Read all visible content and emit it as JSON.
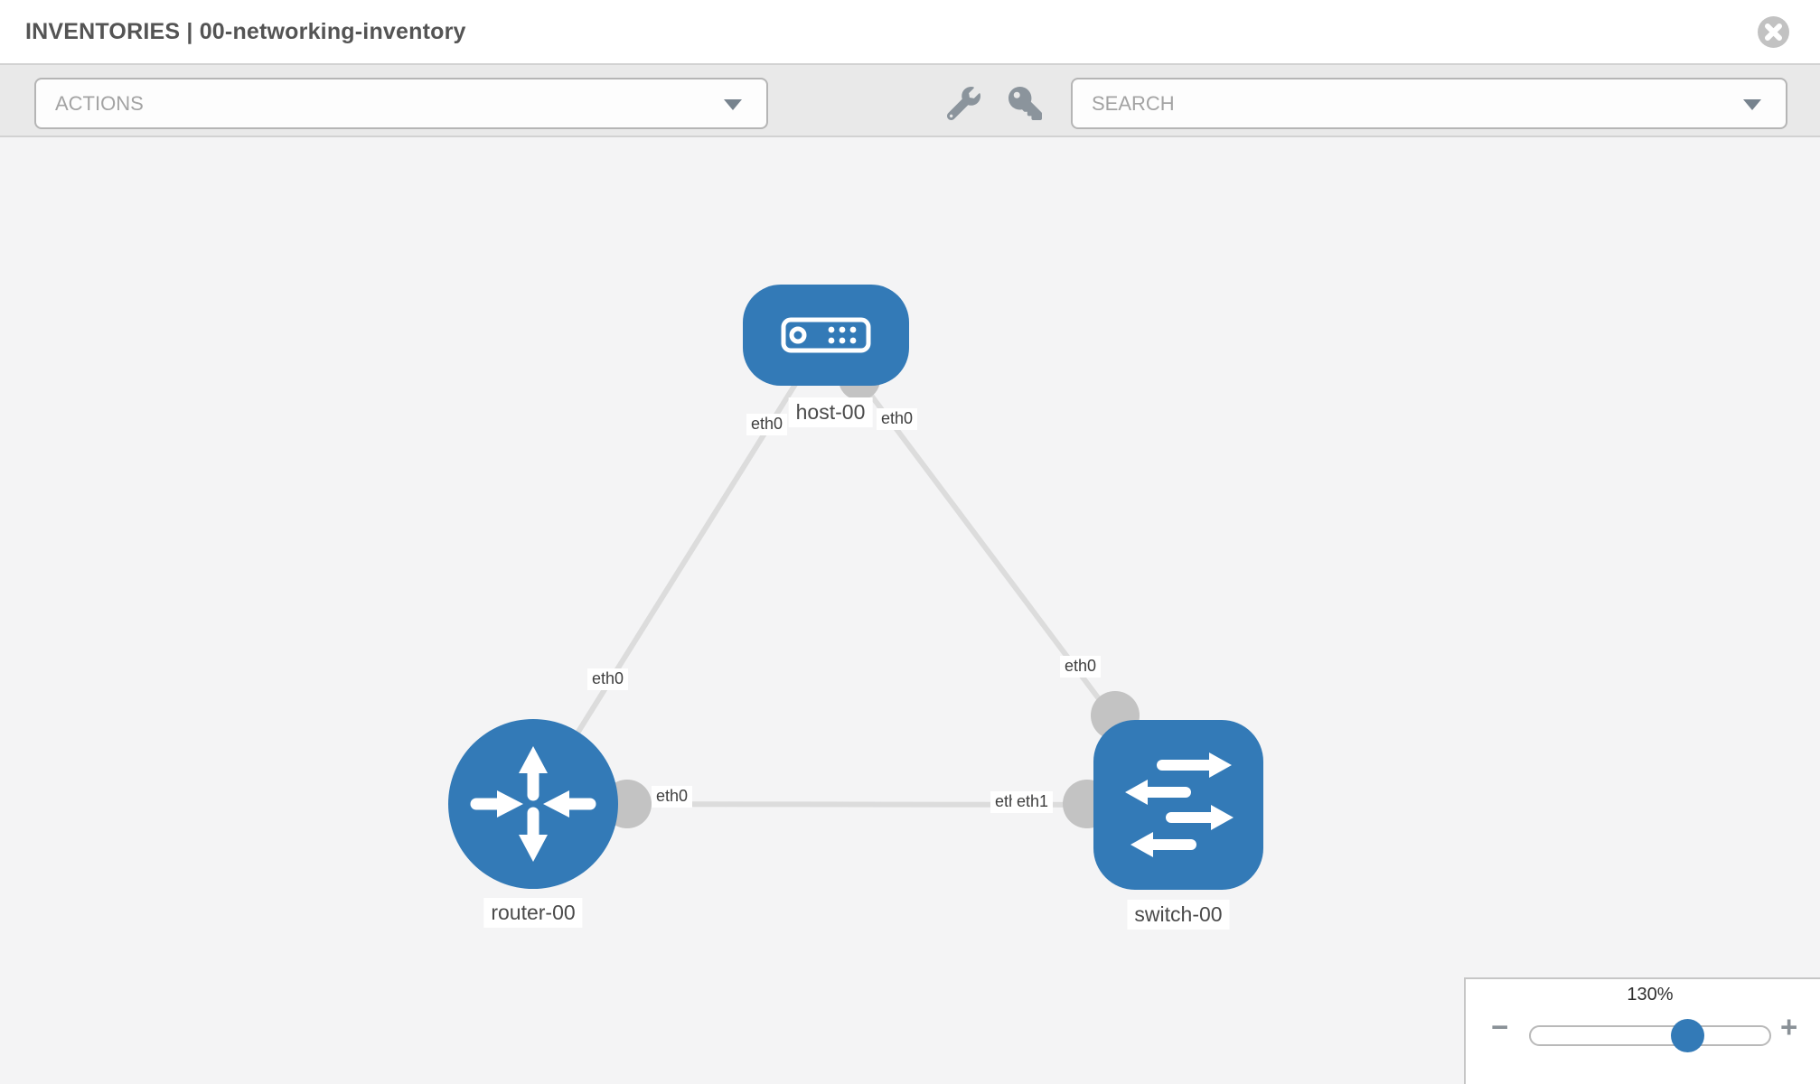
{
  "header": {
    "title": "INVENTORIES | 00-networking-inventory"
  },
  "toolbar": {
    "actions_placeholder": "ACTIONS",
    "search_placeholder": "SEARCH"
  },
  "topology": {
    "nodes": [
      {
        "id": "host-00",
        "type": "host",
        "label": "host-00"
      },
      {
        "id": "router-00",
        "type": "router",
        "label": "router-00"
      },
      {
        "id": "switch-00",
        "type": "switch",
        "label": "switch-00"
      }
    ],
    "links": [
      {
        "from": "host-00",
        "to": "router-00",
        "from_if": "eth0",
        "to_if": "eth0"
      },
      {
        "from": "host-00",
        "to": "switch-00",
        "from_if": "eth0",
        "to_if": "eth0"
      },
      {
        "from": "router-00",
        "to": "switch-00",
        "from_if": "eth0",
        "to_if": "eth1",
        "occluded_if": "eth0"
      }
    ]
  },
  "zoom_control": {
    "level": "130%",
    "minus": "−",
    "plus": "+"
  },
  "colors": {
    "node_blue": "#337ab7",
    "link_gray": "#dcdcdc",
    "endpoint_gray": "#c3c3c3",
    "toolbar_icon_gray": "#8b949c"
  }
}
